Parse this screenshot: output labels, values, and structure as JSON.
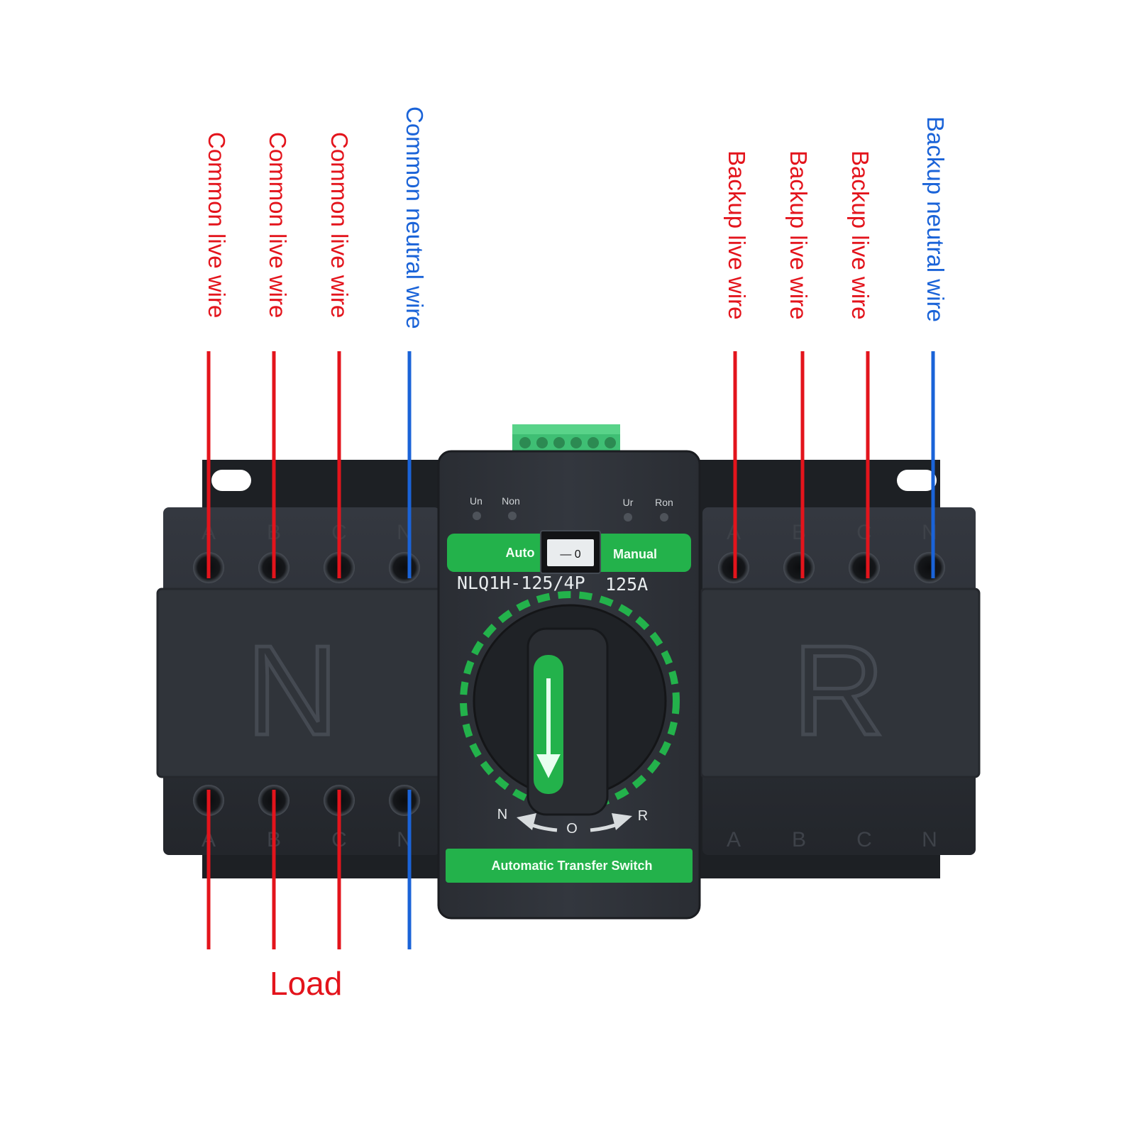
{
  "colors": {
    "live": "#e3141c",
    "neutral": "#1a63d8",
    "body": "#2e3238",
    "accent": "#23b24b"
  },
  "labels": {
    "common_live_1": "Common live wire",
    "common_live_2": "Common live wire",
    "common_live_3": "Common live wire",
    "common_neutral": "Common neutral wire",
    "backup_live_1": "Backup live wire",
    "backup_live_2": "Backup live wire",
    "backup_live_3": "Backup live wire",
    "backup_neutral": "Backup neutral wire",
    "load": "Load"
  },
  "device": {
    "indicators": [
      "Un",
      "Non",
      "Ur",
      "Ron"
    ],
    "mode_auto": "Auto",
    "mode_manual": "Manual",
    "switch_marks": "— 0",
    "model": "NLQ1H-125/4P",
    "rating": "125A",
    "footer": "Automatic Transfer Switch",
    "positions": [
      "N",
      "O",
      "R"
    ],
    "left_block_letter": "N",
    "right_block_letter": "R",
    "terminal_letters": [
      "A",
      "B",
      "C",
      "N"
    ]
  }
}
